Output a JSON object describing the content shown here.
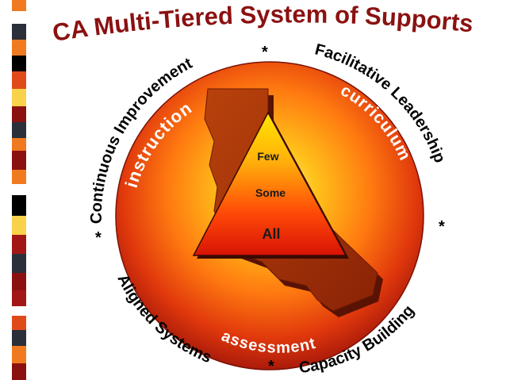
{
  "title": "CA Multi-Tiered System of Supports",
  "outer_ring": {
    "top_left": "Continuous Improvement",
    "top_right": "Facilitative Leadership",
    "bottom_left": "Aligned Systems",
    "bottom_right": "Capacity Building",
    "separator": "*"
  },
  "inner_ring": {
    "left": "instruction",
    "right": "curriculum",
    "bottom": "assessment"
  },
  "tiers": {
    "top": "Few",
    "middle": "Some",
    "bottom": "All"
  },
  "colors": {
    "title": "#8b1111",
    "stripe_palette": [
      "#f07a1f",
      "#2a2f3a",
      "#8b1111",
      "#f7d24a",
      "#e04a1a",
      "#a31616",
      "#ffffff",
      "#000000"
    ]
  }
}
